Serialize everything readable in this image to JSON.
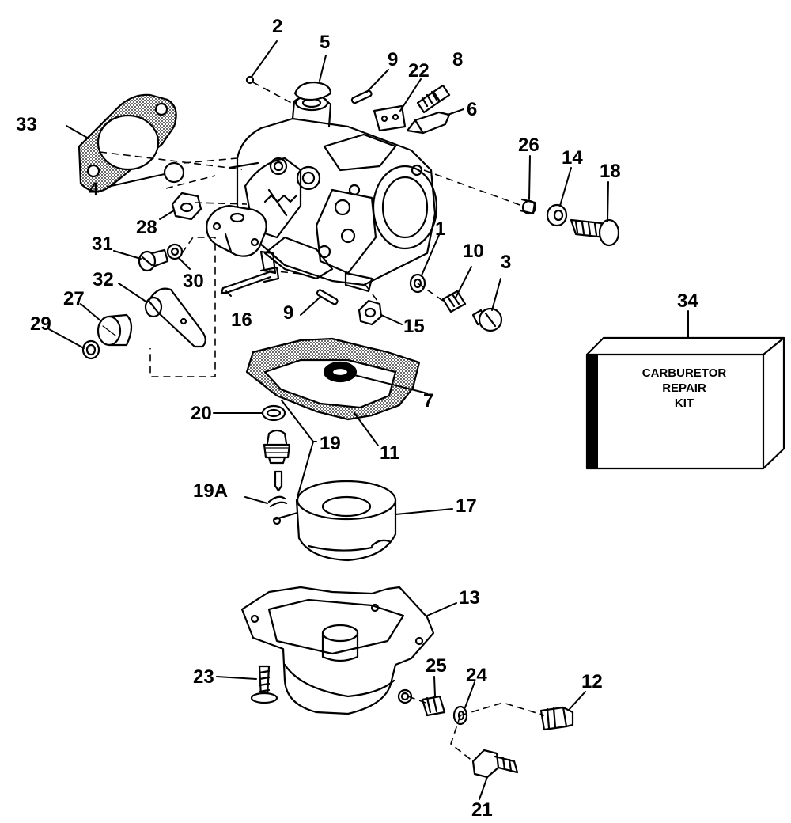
{
  "labels": {
    "p1": "1",
    "p2": "2",
    "p3": "3",
    "p4": "4",
    "p5": "5",
    "p6": "6",
    "p7": "7",
    "p8": "8",
    "p9a": "9",
    "p9b": "9",
    "p10": "10",
    "p11": "11",
    "p12": "12",
    "p13": "13",
    "p14": "14",
    "p15": "15",
    "p16": "16",
    "p17": "17",
    "p18": "18",
    "p19": "19",
    "p19a": "19A",
    "p20": "20",
    "p21": "21",
    "p22": "22",
    "p23": "23",
    "p24": "24",
    "p25": "25",
    "p26": "26",
    "p27": "27",
    "p28": "28",
    "p29": "29",
    "p30": "30",
    "p31": "31",
    "p32": "32",
    "p33": "33",
    "p34": "34"
  },
  "kit": {
    "line1": "CARBURETOR",
    "line2": "REPAIR",
    "line3": "KIT"
  }
}
